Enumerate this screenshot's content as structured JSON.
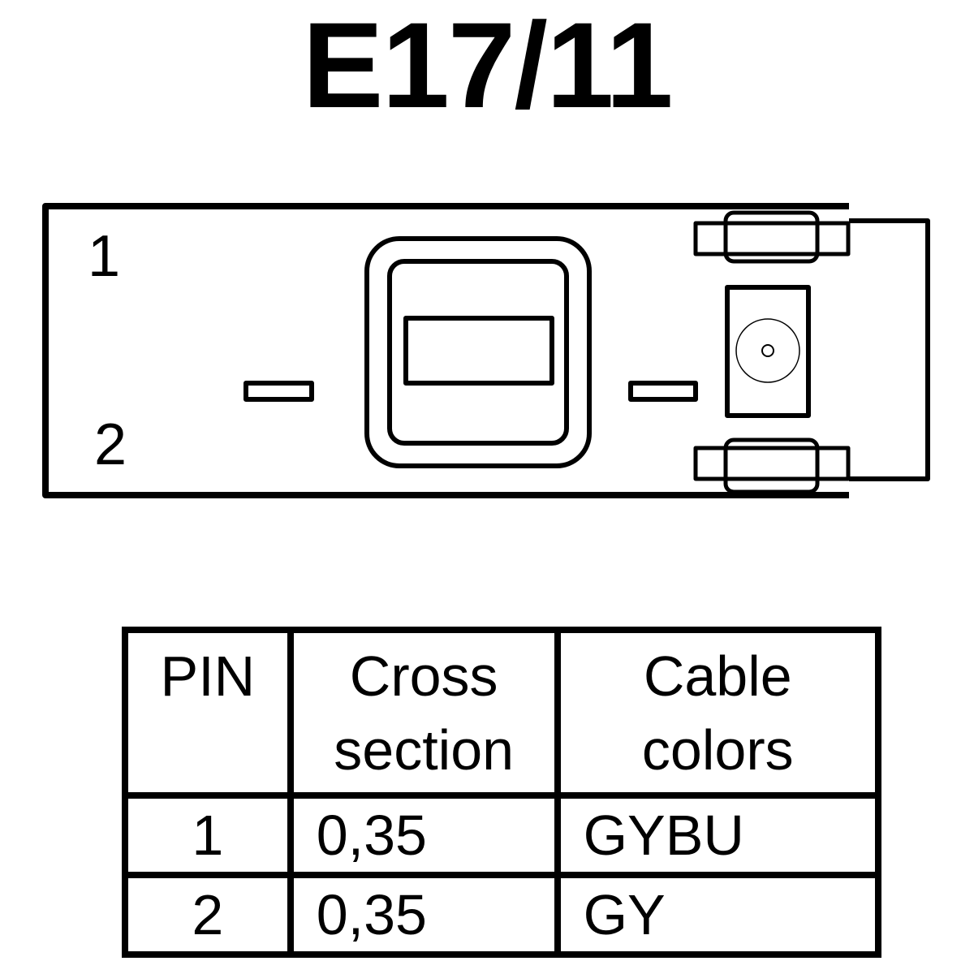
{
  "title": "E17/11",
  "pins": {
    "pin1_label": "1",
    "pin2_label": "2"
  },
  "table": {
    "headers": {
      "pin": "PIN",
      "cross_section_line1": "Cross",
      "cross_section_line2": "section",
      "cable_colors_line1": "Cable",
      "cable_colors_line2": "colors"
    },
    "rows": [
      {
        "pin": "1",
        "cross_section": "0,35",
        "color": "GYBU"
      },
      {
        "pin": "2",
        "cross_section": "0,35",
        "color": "GY"
      }
    ]
  }
}
